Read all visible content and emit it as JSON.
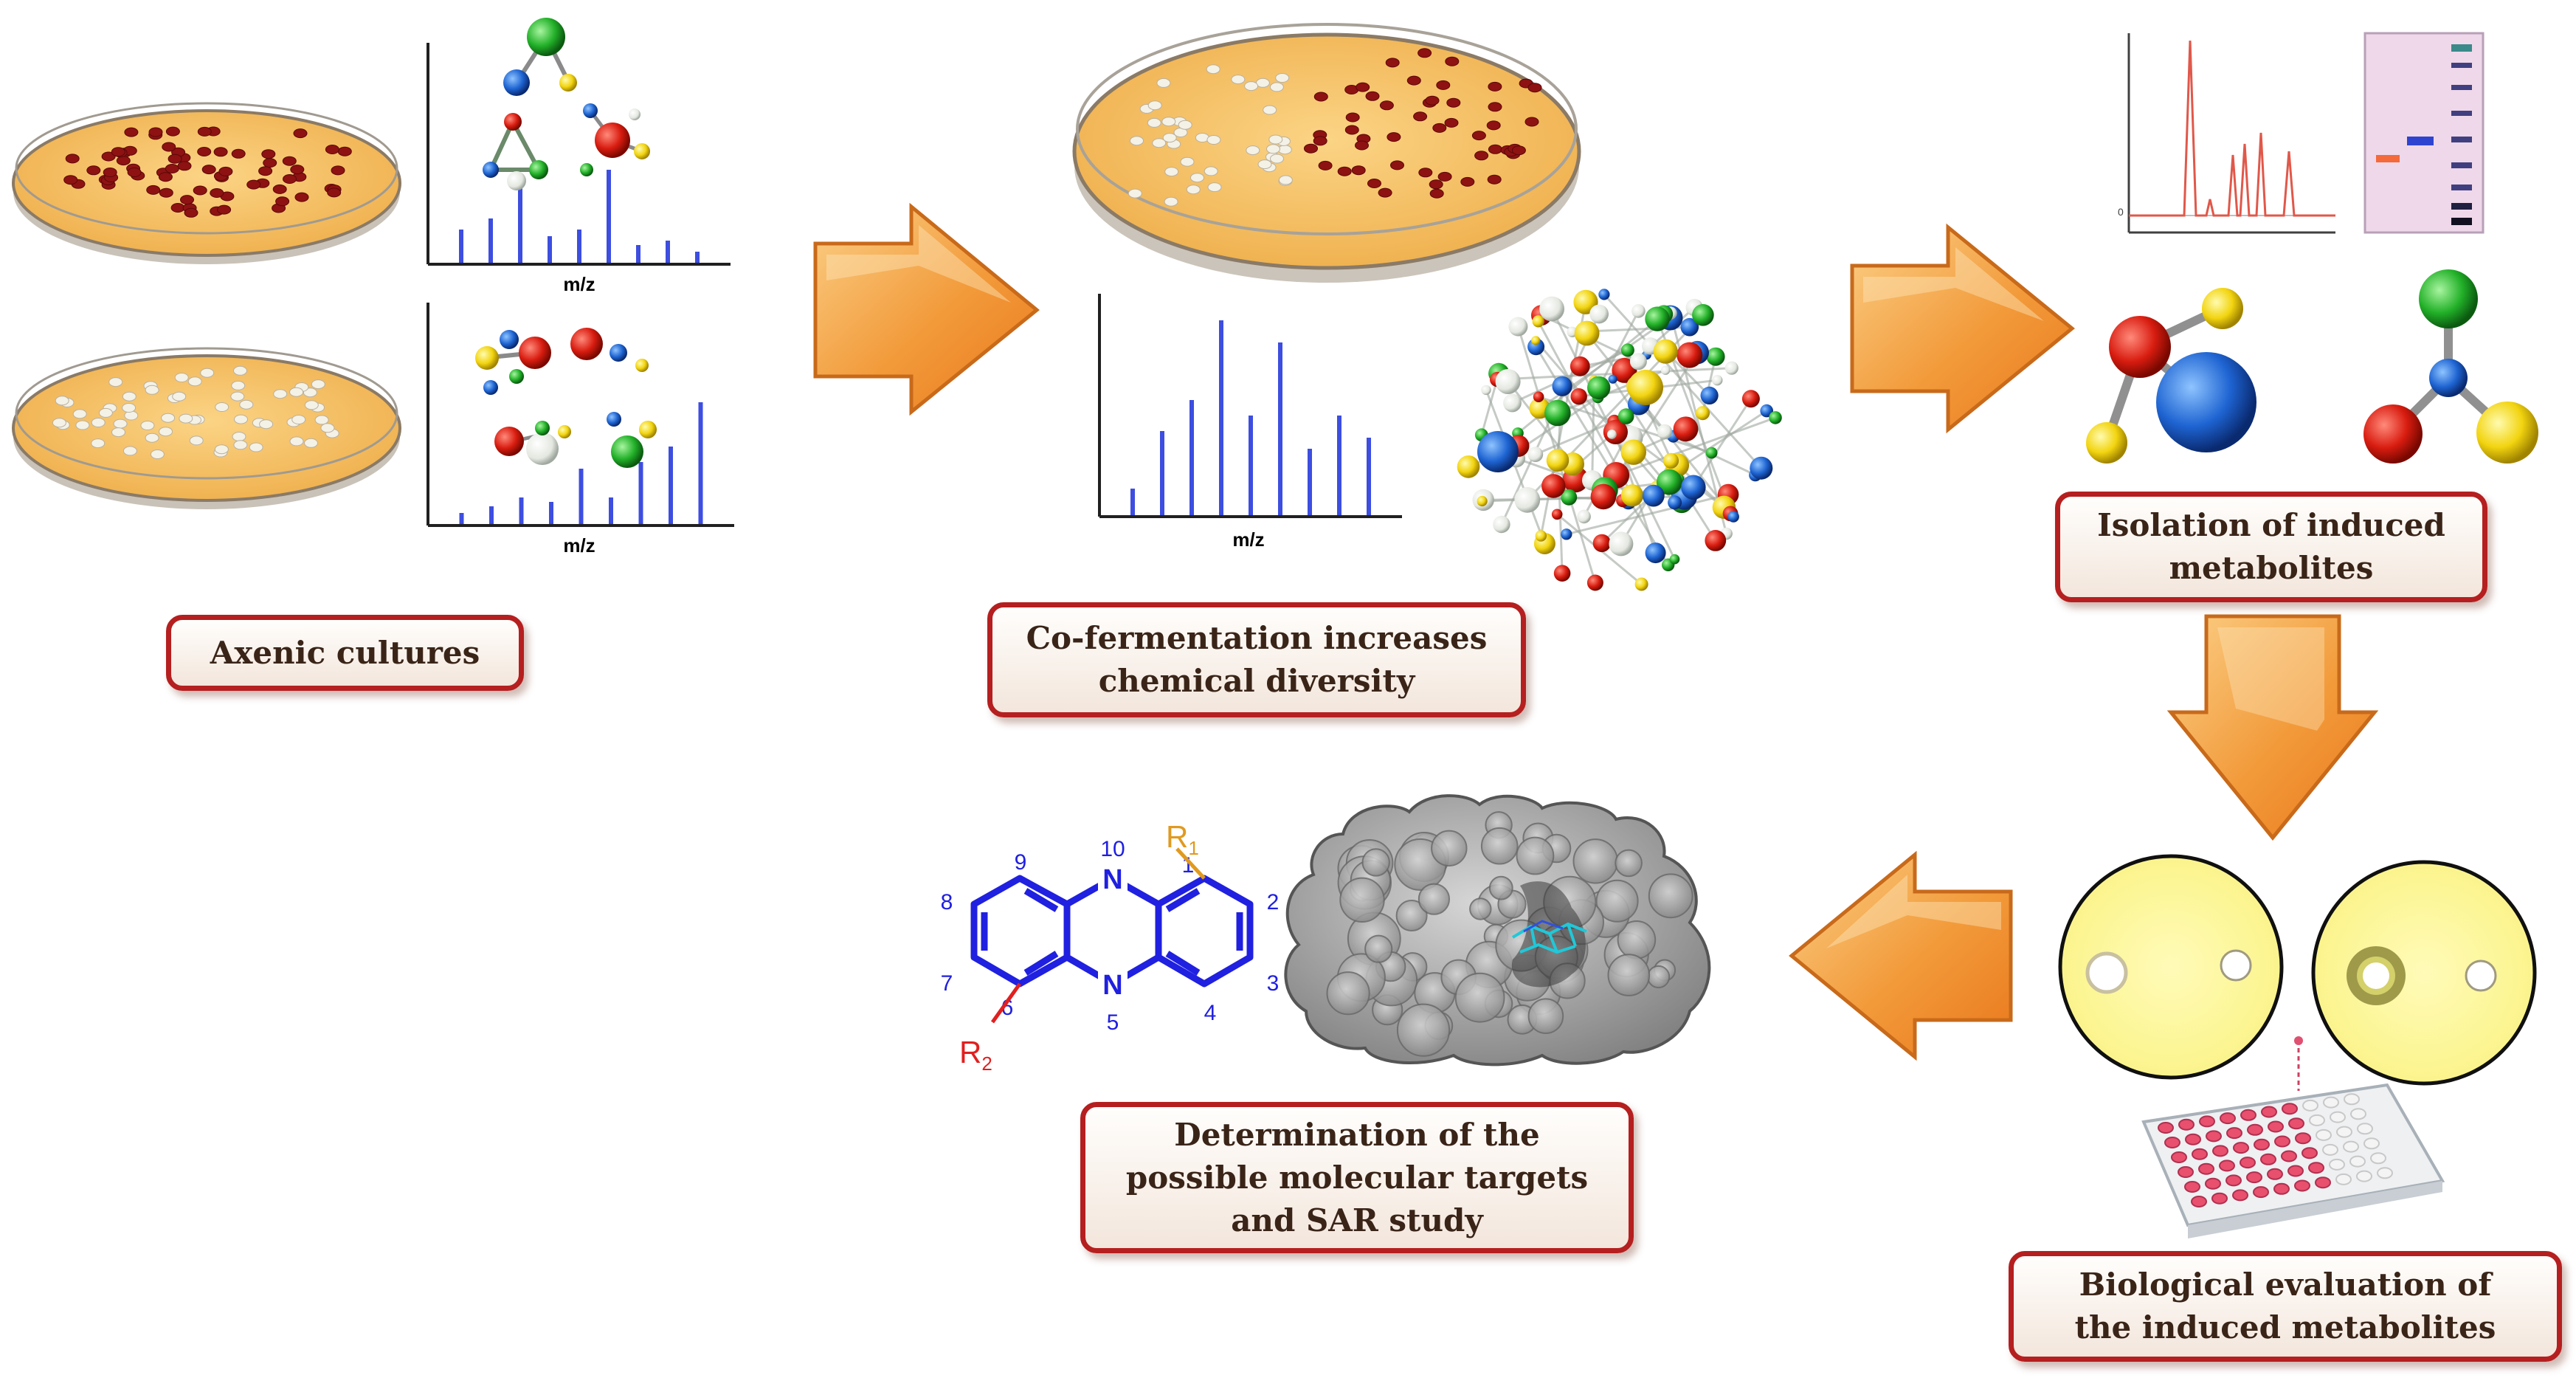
{
  "labels": {
    "axenic": "Axenic cultures",
    "cofermentation": [
      "Co-fermentation increases",
      "chemical diversity"
    ],
    "isolation": [
      "Isolation of induced",
      "metabolites"
    ],
    "biological": [
      "Biological evaluation of",
      "the induced metabolites"
    ],
    "determination": [
      "Determination of the",
      "possible molecular targets",
      "and SAR study"
    ]
  },
  "spectra": {
    "axis_label": "m/z",
    "spectrum_top": [
      0.15,
      0.2,
      0.4,
      0.12,
      0.15,
      0.42,
      0.08,
      0.1,
      0.05
    ],
    "spectrum_bottom": [
      0.05,
      0.08,
      0.12,
      0.1,
      0.25,
      0.12,
      0.28,
      0.35,
      0.55
    ],
    "spectrum_combined": [
      0.12,
      0.38,
      0.52,
      0.88,
      0.45,
      0.78,
      0.3,
      0.45,
      0.35
    ]
  },
  "phenazine": {
    "atom_labels": [
      "N",
      "N",
      "10",
      "5",
      "1",
      "2",
      "3",
      "4",
      "6",
      "7",
      "8",
      "9",
      "R1",
      "R2"
    ],
    "substituent_top": "R",
    "substituent_top_sub": "1",
    "substituent_bottom": "R",
    "substituent_bottom_sub": "2"
  },
  "colors": {
    "box_border": "#b51f1f",
    "arrow_fill": "#f2a24a",
    "agar": "#f6c26a",
    "colony_red": "#8e1212",
    "colony_white": "#f4f1e6",
    "spectrum_blue": "#3d4ee0",
    "chromatogram_red": "#e0584a",
    "phenazine_blue": "#2020e0",
    "r1_color": "#e09a20",
    "r2_color": "#e02020"
  },
  "icons": [
    "petri-dish-icon",
    "molecule-icon",
    "arrow-right-icon",
    "arrow-down-icon",
    "arrow-left-icon",
    "protein-surface-icon",
    "gel-icon",
    "well-plate-icon",
    "agar-diffusion-icon"
  ]
}
